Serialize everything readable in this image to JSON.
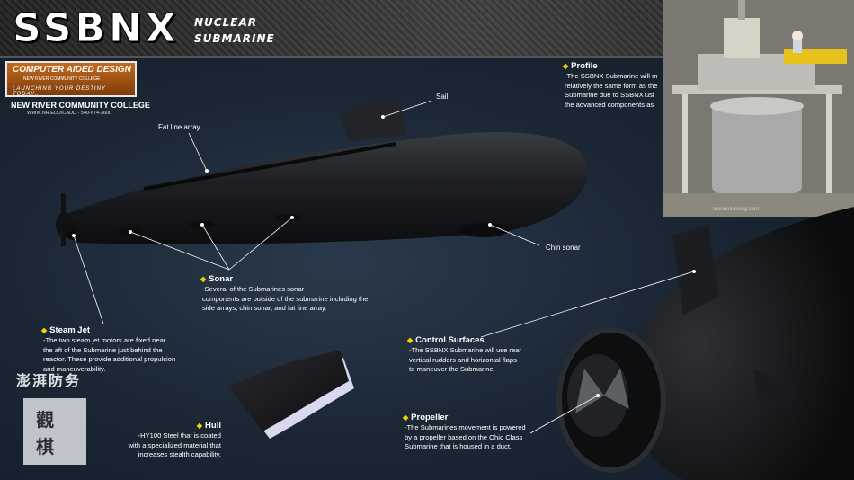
{
  "header": {
    "title": "SSBNX",
    "subtitle_line1": "NUCLEAR",
    "subtitle_line2": "SUBMARINE"
  },
  "logo": {
    "line1": "COMPUTER AIDED DESIGN",
    "line2": "NEW RIVER COMMUNITY COLLEGE",
    "line3": "LAUNCHING YOUR DESTINY TODAY..."
  },
  "college": {
    "name": "NEW RIVER COMMUNITY COLLEGE",
    "info": "WWW.NR.EDU/CADD - 540-674-3600"
  },
  "photo": {
    "caption": "marinetraining.com"
  },
  "callouts": {
    "sail": "Sail",
    "fat_line_array": "Fat line array",
    "chin_sonar": "Chin sonar"
  },
  "sections": {
    "profile": {
      "heading": "Profile",
      "line1": "-The SSBNX Submarine will m",
      "line2": "relatively the same form as the",
      "line3": "Submarine due to SSBNX usi",
      "line4": "the advanced components as"
    },
    "sonar": {
      "heading": "Sonar",
      "line1": "-Several of the Submarines sonar",
      "line2": "components are outside of the submarine including the",
      "line3": "side arrays, chin sonar, and fat line array."
    },
    "steam_jet": {
      "heading": "Steam Jet",
      "line1": "-The two steam jet motors are fixed near",
      "line2": "the aft of the Submarine just behind the",
      "line3": "reactor. These provide additional propulsion",
      "line4": "and maneuverability."
    },
    "hull": {
      "heading": "Hull",
      "line1": "-HY100 Steel that is coated",
      "line2": "with a specialized material that",
      "line3": "increases stealth capability."
    },
    "control_surfaces": {
      "heading": "Control Surfaces",
      "line1": "-The SSBNX Submarine will use rear",
      "line2": "vertical rudders and horizontal flaps",
      "line3": "to maneuver the Submarine."
    },
    "propeller": {
      "heading": "Propeller",
      "line1": "-The Submarines movement is powered",
      "line2": "by a propeller based on the Ohio Class",
      "line3": "Submarine that is housed in a duct."
    }
  },
  "watermark": {
    "text": "澎湃防务",
    "seal_char1": "觀",
    "seal_char2": "棋"
  }
}
